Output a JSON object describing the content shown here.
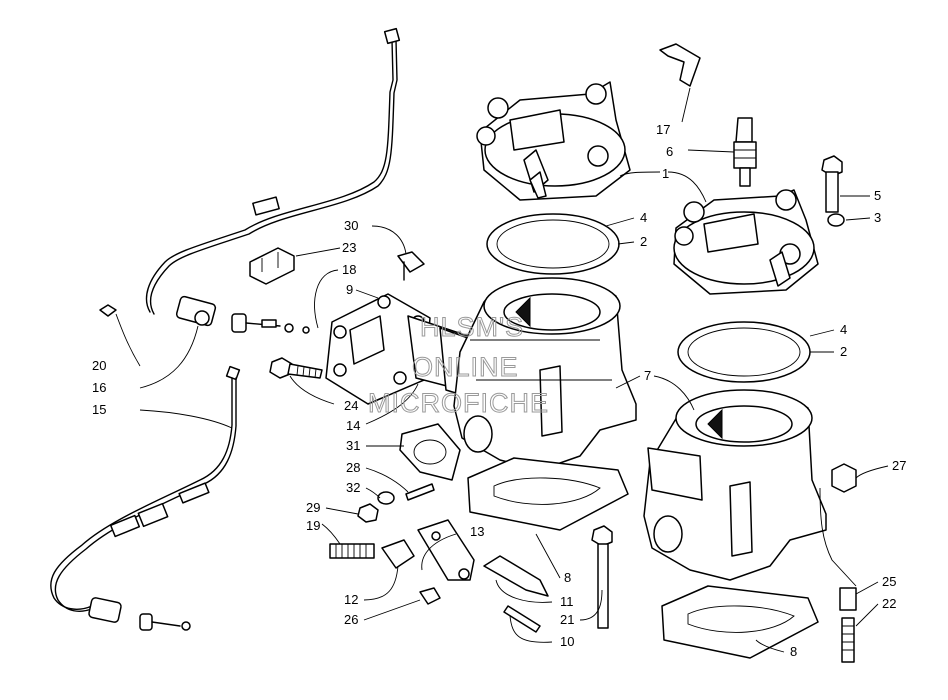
{
  "labels": [
    "17",
    "6",
    "1",
    "5",
    "3",
    "4",
    "2",
    "30",
    "23",
    "18",
    "9",
    "4",
    "2",
    "7",
    "20",
    "16",
    "15",
    "24",
    "14",
    "31",
    "28",
    "32",
    "29",
    "19",
    "13",
    "12",
    "26",
    "11",
    "10",
    "21",
    "8",
    "8",
    "27",
    "25",
    "22"
  ],
  "watermark": [
    "HLSM'S",
    "ONLINE",
    "MICROFICHE"
  ]
}
